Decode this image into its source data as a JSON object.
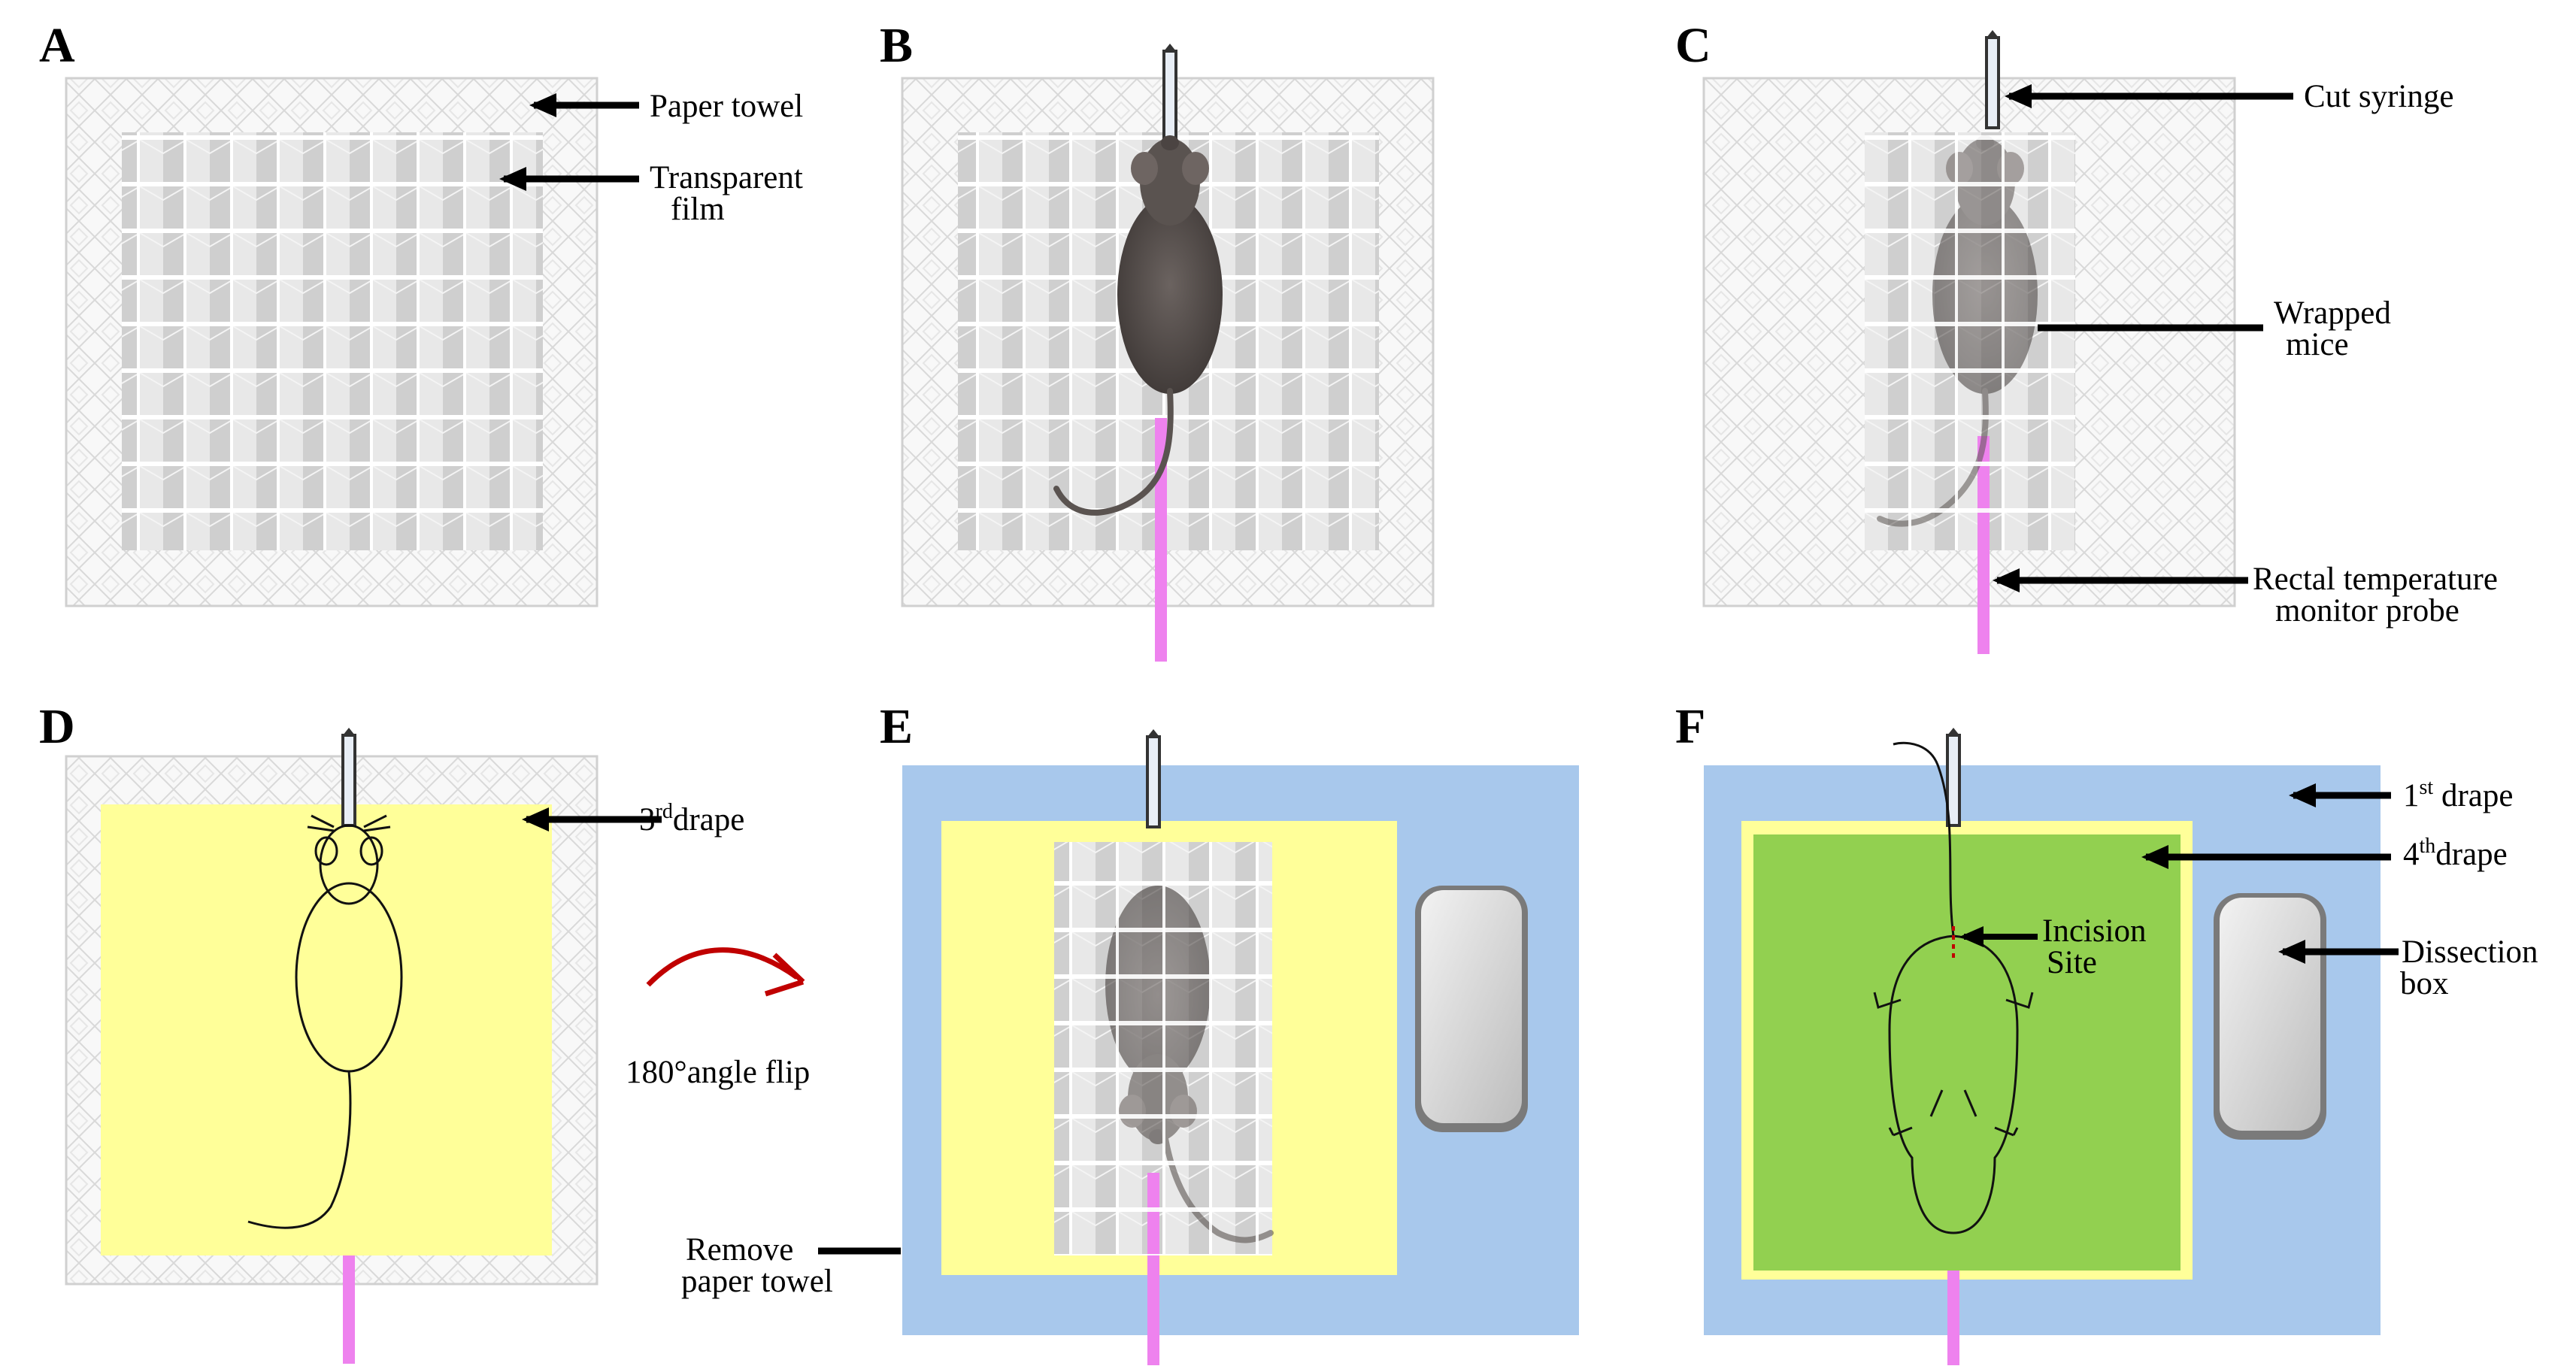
{
  "figure": {
    "panels": {
      "a": {
        "letter": "A"
      },
      "b": {
        "letter": "B"
      },
      "c": {
        "letter": "C"
      },
      "d": {
        "letter": "D"
      },
      "e": {
        "letter": "E"
      },
      "f": {
        "letter": "F"
      }
    },
    "labels": {
      "paper_towel": "Paper towel",
      "transparent_film_line1": "Transparent",
      "transparent_film_line2": "film",
      "cut_syringe": "Cut syringe",
      "wrapped_mice_line1": "Wrapped",
      "wrapped_mice_line2": "mice",
      "rectal_probe_line1": "Rectal temperature",
      "rectal_probe_line2": "monitor probe",
      "third_drape_num": "3",
      "third_drape_sup": "rd",
      "third_drape_text": "drape",
      "flip": "180°angle flip",
      "remove_towel_line1": "Remove",
      "remove_towel_line2": "paper towel",
      "first_drape_num": "1",
      "first_drape_sup": "st",
      "first_drape_text": " drape",
      "fourth_drape_num": "4",
      "fourth_drape_sup": "th",
      "fourth_drape_text": "drape",
      "incision_line1": "Incision",
      "incision_line2": "Site",
      "dissection_box_line1": "Dissection",
      "dissection_box_line2": "box"
    },
    "colors": {
      "paper_towel": "#f7f7f7",
      "film": "#d8d8d8",
      "probe": "#ee82ee",
      "third_drape": "#ffff99",
      "first_drape": "#a8c8ec",
      "fourth_drape": "#92d050",
      "mouse": "#5a5350",
      "box": "#dcdcdc",
      "flip_arrow": "#c00000"
    },
    "icons": [
      "mouse-illustration",
      "syringe-icon",
      "arrow-icon",
      "curved-arrow-icon",
      "dissection-box-icon"
    ]
  }
}
